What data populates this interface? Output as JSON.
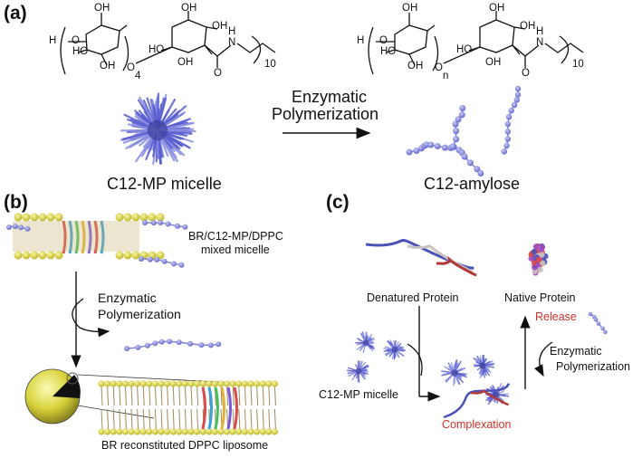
{
  "panels": {
    "a": {
      "label": "(a)",
      "left_structure": {
        "h": "H",
        "o_ring": "O",
        "ho": "HO",
        "oh1": "OH",
        "oh2": "OH",
        "o_link": "O",
        "repeat": "4"
      },
      "right_structure": {
        "h": "H",
        "o_ring": "O",
        "ho": "HO",
        "oh1": "OH",
        "oh2": "OH",
        "o_link": "O",
        "repeat": "n"
      },
      "amide_left": {
        "nh": "N",
        "h": "H",
        "o": "O",
        "chain_repeat": "10",
        "ring_ho": "HO",
        "ring_oh1": "OH",
        "ring_oh2": "OH",
        "ring_oh3": "OH"
      },
      "amide_right": {
        "nh": "N",
        "h": "H",
        "o": "O",
        "chain_repeat": "10",
        "ring_ho": "HO",
        "ring_oh1": "OH",
        "ring_oh2": "OH",
        "ring_oh3": "OH"
      },
      "arrow_line1": "Enzymatic",
      "arrow_line2": "Polymerization",
      "left_caption": "C12-MP micelle",
      "right_caption": "C12-amylose"
    },
    "b": {
      "label": "(b)",
      "mixed_line1": "BR/C12-MP/DPPC",
      "mixed_line2": "mixed micelle",
      "arrow_line1": "Enzymatic",
      "arrow_line2": "Polymerization",
      "bottom_caption": "BR reconstituted DPPC liposome"
    },
    "c": {
      "label": "(c)",
      "denatured": "Denatured Protein",
      "native": "Native Protein",
      "release": "Release",
      "arrow_line1": "Enzymatic",
      "arrow_line2": "Polymerization",
      "micelle": "C12-MP micelle",
      "complexation": "Complexation"
    }
  },
  "colors": {
    "micelle_blue": "#5a5ed0",
    "bead_blue": "#8a8ee0",
    "lipid_yellow": "#e5e03a",
    "lipid_tail": "#a08a5a",
    "protein_red": "#b23a3a",
    "highlight_red": "#d4302a"
  }
}
